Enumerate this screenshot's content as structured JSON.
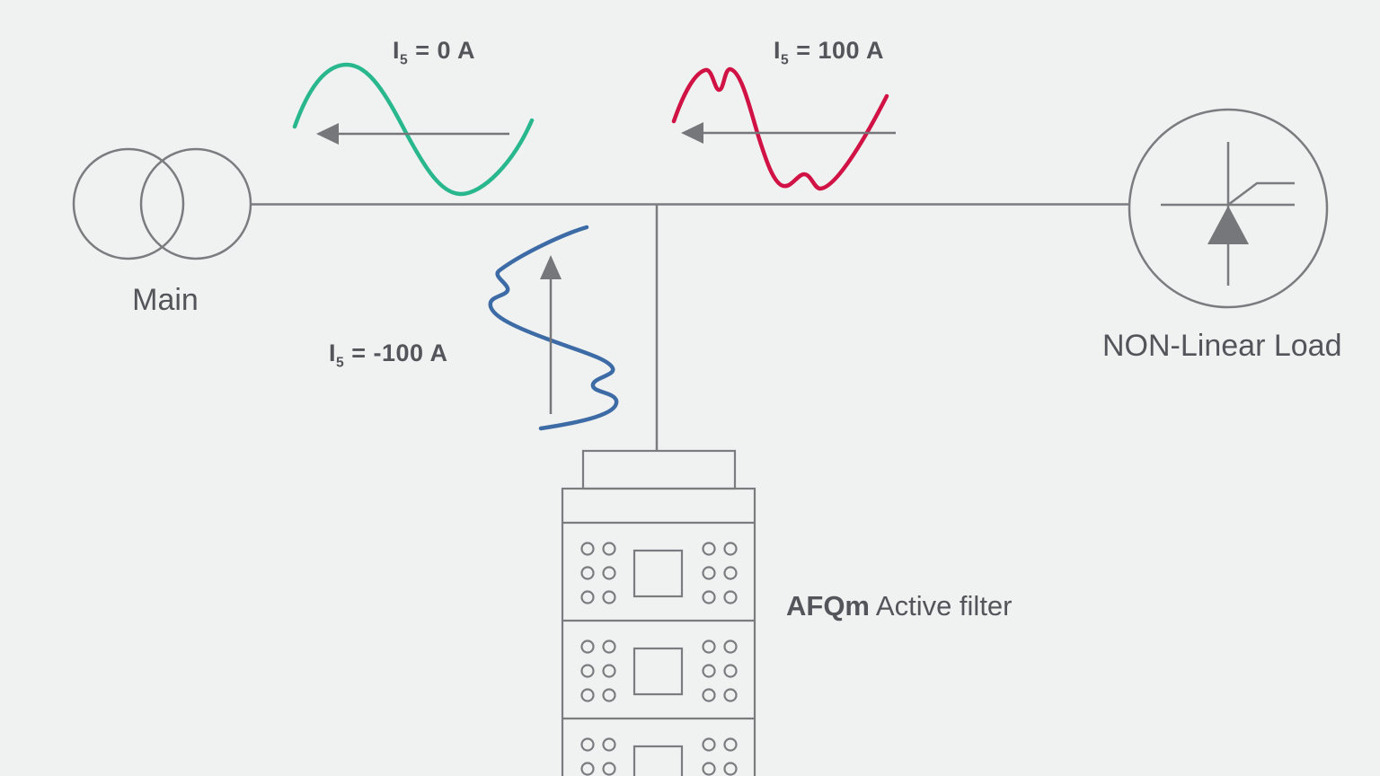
{
  "canvas": {
    "background": "#f0f1f1"
  },
  "colors": {
    "outline": "#7b7c7f",
    "arrow": "#76777a",
    "text": "#54555a",
    "clean_wave": "#29b78d",
    "distorted_wave": "#d01245",
    "compensation_wave": "#3c6ba6"
  },
  "icons": {
    "transformer": "two-overlapping-circles",
    "nonlinear_load": "circle-with-thyristor-symbol",
    "active_filter": "equipment-rack-with-modules",
    "source_arrow": "arrow-left",
    "load_arrow": "arrow-left",
    "filter_arrow": "arrow-up"
  },
  "nodes": {
    "main_label": "Main",
    "nonlinear_load_label": "NON-Linear Load",
    "filter_brand": "AFQm",
    "filter_suffix": "Active filter"
  },
  "currents": {
    "source": {
      "symbol": "I",
      "sub": "5",
      "rest": " = 0 A",
      "wave": "clean-sine",
      "direction": "left"
    },
    "load": {
      "symbol": "I",
      "sub": "5",
      "rest": " = 100 A",
      "wave": "distorted-sine",
      "direction": "left"
    },
    "filter": {
      "symbol": "I",
      "sub": "5",
      "rest": " = -100 A",
      "wave": "distorted-sine",
      "direction": "up"
    }
  }
}
